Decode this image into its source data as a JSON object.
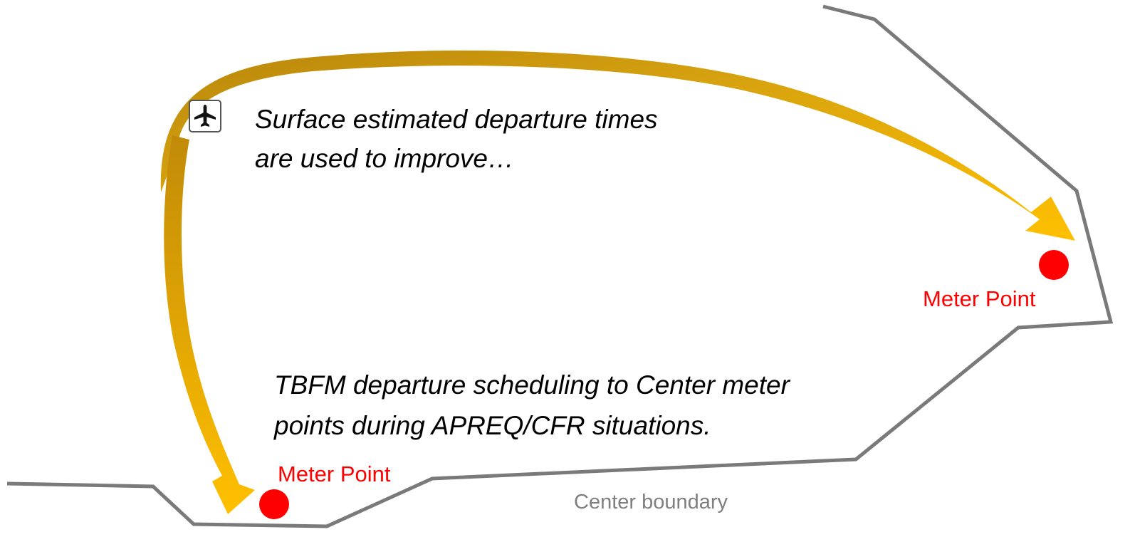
{
  "annotations": {
    "top_line_1": "Surface estimated departure times",
    "top_line_2": "are used to improve…",
    "bottom_line_1": "TBFM departure scheduling to Center meter",
    "bottom_line_2": "points during APREQ/CFR situations."
  },
  "meter_points": {
    "right_label": "Meter Point",
    "left_label": "Meter Point"
  },
  "boundary": {
    "label": "Center boundary"
  },
  "icons": {
    "airport": "airplane-icon"
  },
  "colors": {
    "boundary": "#7a7a7a",
    "boundary_label": "#7f7f7f",
    "meter_point": "#ff0000",
    "arrow_dark": "#b8860b",
    "arrow_light": "#ffc000",
    "text": "#000000"
  }
}
